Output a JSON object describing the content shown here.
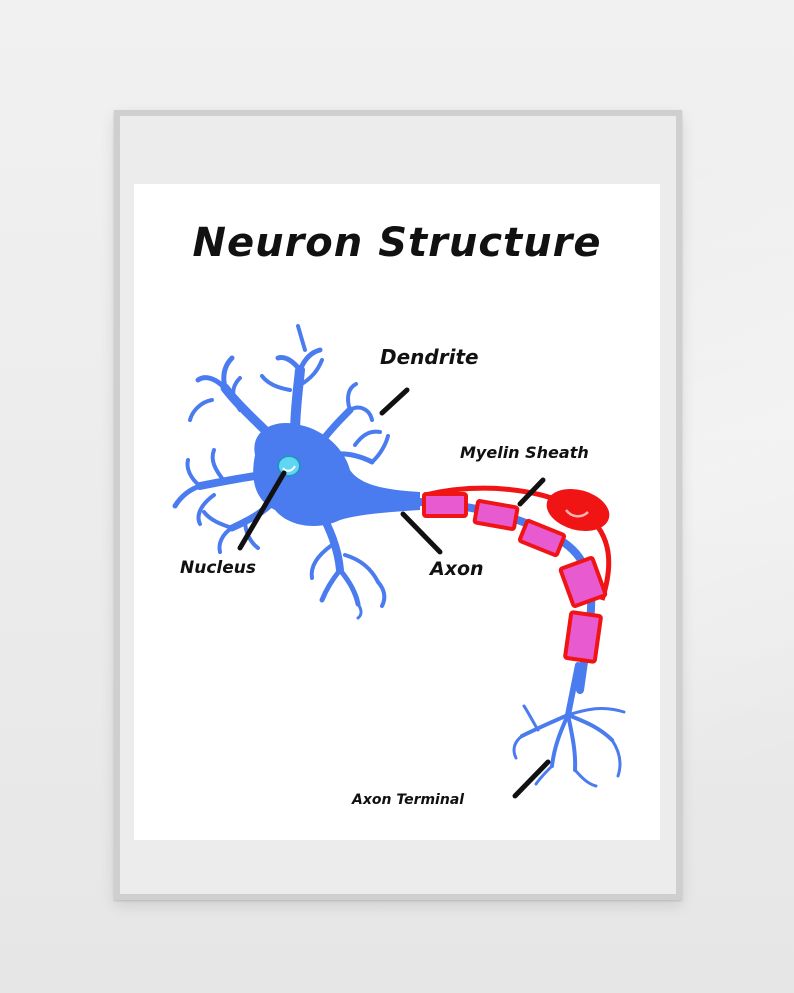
{
  "poster": {
    "title": "Neuron Structure",
    "labels": {
      "dendrite": "Dendrite",
      "myelin_sheath": "Myelin Sheath",
      "nucleus": "Nucleus",
      "axon": "Axon",
      "axon_terminal": "Axon Terminal"
    }
  },
  "colors": {
    "neuron_body": "#4a7cf0",
    "nucleus": "#5fd6f2",
    "myelin_red": "#f01414",
    "myelin_pink": "#e85ad0",
    "label_text": "#111111",
    "frame": "#cfcfcf"
  }
}
